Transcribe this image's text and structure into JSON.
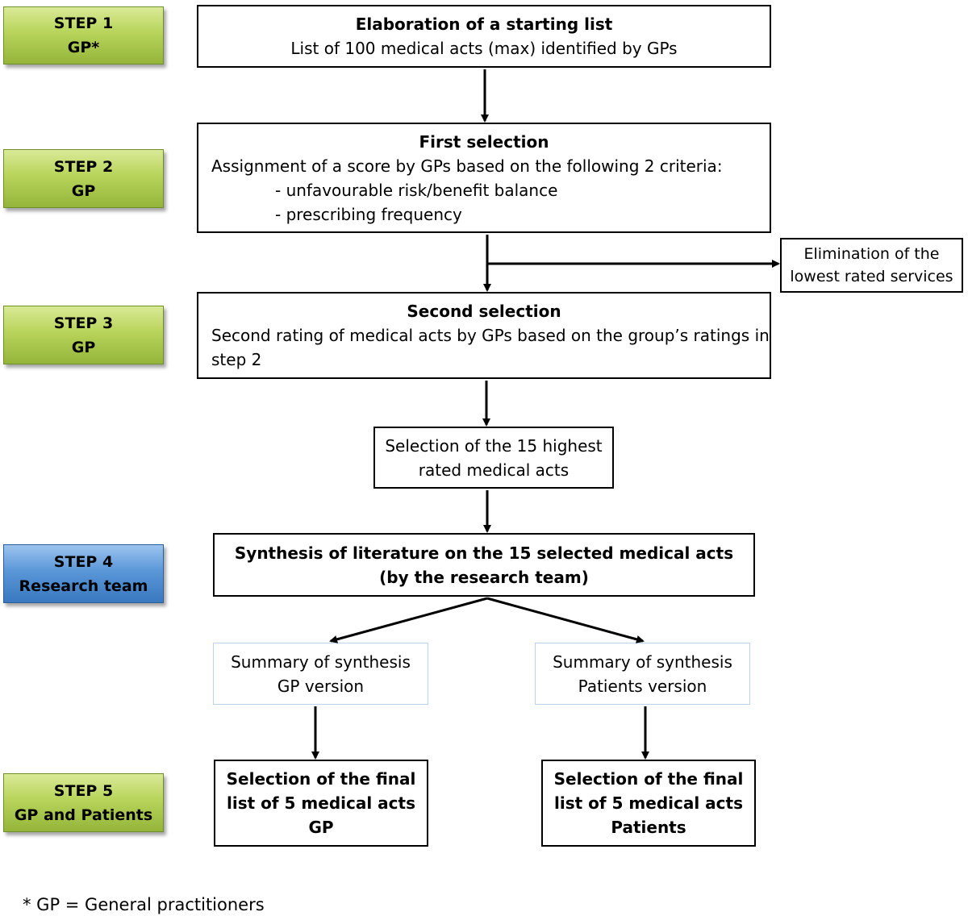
{
  "steps": [
    {
      "line1": "STEP 1",
      "line2": "GP*"
    },
    {
      "line1": "STEP 2",
      "line2": "GP"
    },
    {
      "line1": "STEP 3",
      "line2": "GP"
    },
    {
      "line1": "STEP 4",
      "line2": "Research team"
    },
    {
      "line1": "STEP 5",
      "line2": "GP and Patients"
    }
  ],
  "boxes": {
    "starting_list": {
      "title": "Elaboration of a starting list",
      "text": "List of 100 medical acts (max) identified by GPs"
    },
    "first_selection": {
      "title": "First selection",
      "text": "Assignment of a score by GPs based on the following 2 criteria:",
      "criteria": [
        "- unfavourable risk/benefit balance",
        "- prescribing frequency"
      ]
    },
    "elimination": {
      "line1": "Elimination of the",
      "line2": "lowest rated services"
    },
    "second_selection": {
      "title": "Second selection",
      "line1": "Second rating of medical acts by GPs based on the group’s ratings in",
      "line2": "step 2"
    },
    "highest_15": {
      "line1": "Selection of the 15 highest",
      "line2": "rated medical acts"
    },
    "synthesis": {
      "line1": "Synthesis of literature on the 15 selected medical acts",
      "line2": "(by the research team)"
    },
    "summary_gp": {
      "line1": "Summary of synthesis",
      "line2": "GP version"
    },
    "summary_patients": {
      "line1": "Summary of synthesis",
      "line2": "Patients version"
    },
    "final_gp": {
      "line1": "Selection of the final",
      "line2": "list of 5 medical acts",
      "line3": "GP"
    },
    "final_patients": {
      "line1": "Selection of the final",
      "line2": "list of 5 medical acts",
      "line3": "Patients"
    }
  },
  "footnote": "* GP = General practitioners",
  "colors": {
    "step_green": "#a9c74b",
    "step_blue": "#4f8fd3",
    "arrow": "#000000"
  }
}
